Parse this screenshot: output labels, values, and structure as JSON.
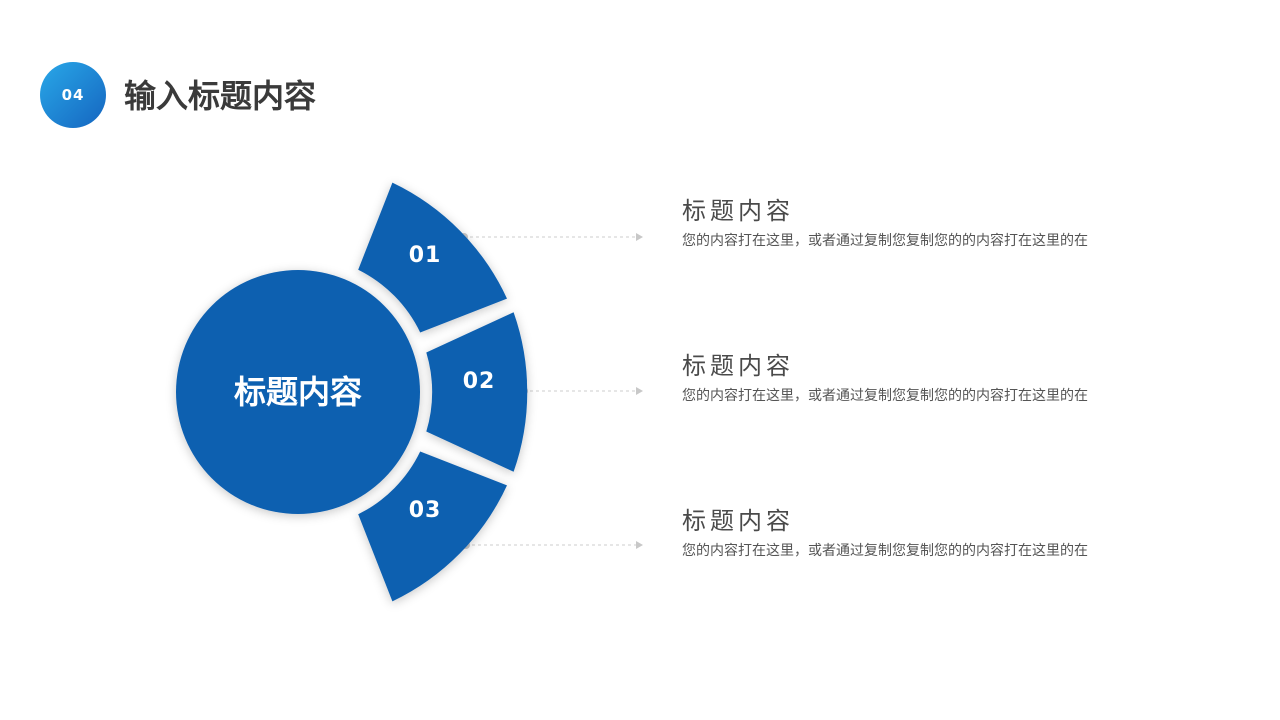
{
  "header": {
    "badge": "04",
    "title": "输入标题内容"
  },
  "diagram": {
    "center_label": "标题内容",
    "segments": [
      {
        "label": "01"
      },
      {
        "label": "02"
      },
      {
        "label": "03"
      }
    ],
    "colors": {
      "primary": "#1160B0",
      "connector": "#cccccc",
      "dot": "#c8c8c8"
    }
  },
  "items": [
    {
      "title": "标题内容",
      "desc": "您的内容打在这里，或者通过复制您复制您的的内容打在这里的在"
    },
    {
      "title": "标题内容",
      "desc": "您的内容打在这里，或者通过复制您复制您的的内容打在这里的在"
    },
    {
      "title": "标题内容",
      "desc": "您的内容打在这里，或者通过复制您复制您的的内容打在这里的在"
    }
  ]
}
